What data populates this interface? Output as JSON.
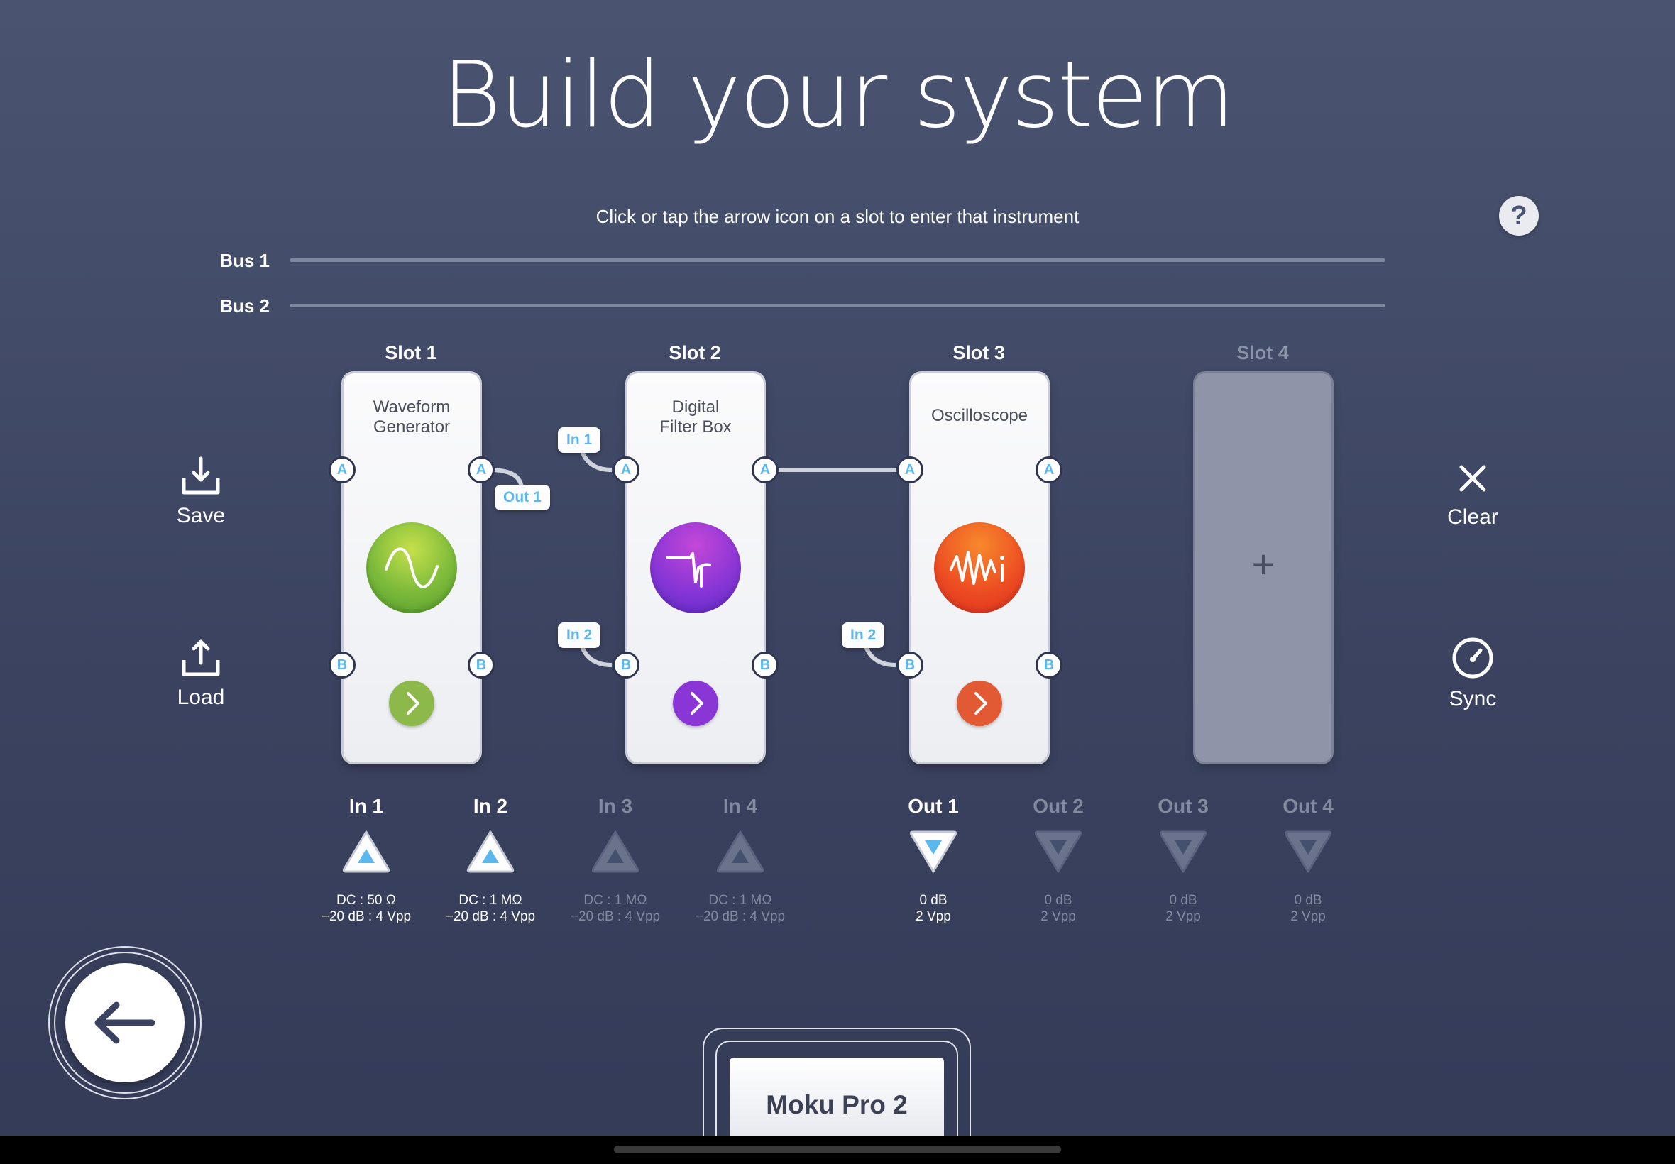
{
  "header": {
    "title": "Build your system",
    "subtitle": "Click or tap the arrow icon on a slot to enter that instrument",
    "help_label": "?"
  },
  "buses": [
    {
      "label": "Bus 1"
    },
    {
      "label": "Bus 2"
    }
  ],
  "slots": [
    {
      "label": "Slot 1",
      "instrument": "Waveform\nGenerator",
      "color": "#7cba3b",
      "ports": {
        "left_a": "A",
        "left_b": "B",
        "right_a": "A",
        "right_b": "B"
      }
    },
    {
      "label": "Slot 2",
      "instrument": "Digital\nFilter Box",
      "color": "#8a36d6",
      "ports": {
        "left_a": "A",
        "left_b": "B",
        "right_a": "A",
        "right_b": "B"
      }
    },
    {
      "label": "Slot 3",
      "instrument": "Oscilloscope",
      "color": "#ec4a22",
      "ports": {
        "left_a": "A",
        "left_b": "B",
        "right_a": "A",
        "right_b": "B"
      }
    },
    {
      "label": "Slot 4",
      "instrument": "",
      "empty": true,
      "add_label": "+"
    }
  ],
  "connection_tags": {
    "slot1_out": "Out 1",
    "slot2_in_a": "In 1",
    "slot2_in_b": "In 2",
    "slot3_in_b": "In 2"
  },
  "sidebar_left": {
    "save_label": "Save",
    "load_label": "Load"
  },
  "sidebar_right": {
    "clear_label": "Clear",
    "sync_label": "Sync"
  },
  "inputs": [
    {
      "label": "In 1",
      "spec1": "DC : 50 Ω",
      "spec2": "−20 dB : 4 Vpp",
      "active": true
    },
    {
      "label": "In 2",
      "spec1": "DC : 1 MΩ",
      "spec2": "−20 dB : 4 Vpp",
      "active": true
    },
    {
      "label": "In 3",
      "spec1": "DC : 1 MΩ",
      "spec2": "−20 dB : 4 Vpp",
      "active": false
    },
    {
      "label": "In 4",
      "spec1": "DC : 1 MΩ",
      "spec2": "−20 dB : 4 Vpp",
      "active": false
    }
  ],
  "outputs": [
    {
      "label": "Out 1",
      "spec1": "0 dB",
      "spec2": "2 Vpp",
      "active": true
    },
    {
      "label": "Out 2",
      "spec1": "0 dB",
      "spec2": "2 Vpp",
      "active": false
    },
    {
      "label": "Out 3",
      "spec1": "0 dB",
      "spec2": "2 Vpp",
      "active": false
    },
    {
      "label": "Out 4",
      "spec1": "0 dB",
      "spec2": "2 Vpp",
      "active": false
    }
  ],
  "device": {
    "name": "Moku Pro 2"
  },
  "colors": {
    "accent_blue": "#5bb8ec",
    "background": "#3b4360"
  }
}
